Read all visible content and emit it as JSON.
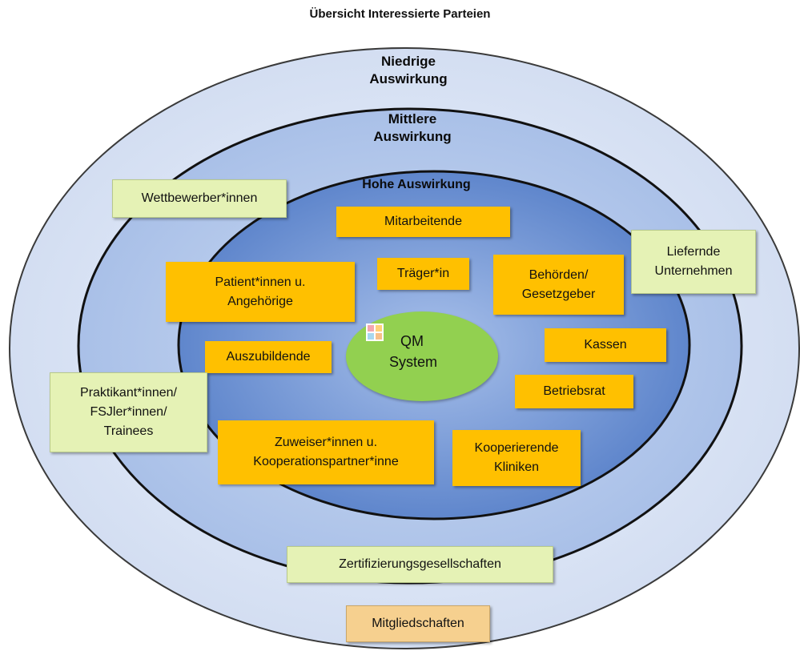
{
  "title": "Übersicht Interessierte Parteien",
  "rings": {
    "outer": {
      "label": "Niedrige Auswirkung",
      "color": "#dbe5f4"
    },
    "middle": {
      "label": "Mittlere Auswirkung",
      "color": "#b6cbec"
    },
    "inner": {
      "label": "Hohe Auswirkung",
      "color": "#7d9fd8"
    }
  },
  "center": {
    "line1": "QM",
    "line2": "System",
    "color": "#92d050"
  },
  "high_impact": [
    "Mitarbeitende",
    "Träger*in",
    "Patient*innen u.\nAngehörige",
    "Behörden/\nGesetzgeber",
    "Auszubildende",
    "Kassen",
    "Betriebsrat",
    "Zuweiser*innen u.\nKooperationspartner*inne",
    "Kooperierende\nKliniken"
  ],
  "mid_low_impact": [
    "Wettbewerber*innen",
    "Liefernde\nUnternehmen",
    "Praktikant*innen/\nFSJler*innen/\nTrainees",
    "Zertifizierungsgesellschaften"
  ],
  "outside": [
    "Mitgliedschaften"
  ],
  "colors": {
    "high": "#ffc000",
    "other": "#e5f2b5",
    "outside": "#f6d08f"
  }
}
